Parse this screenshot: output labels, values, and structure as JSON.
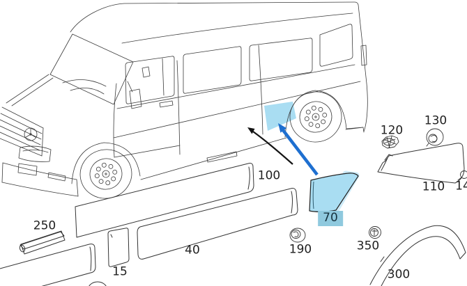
{
  "labels": {
    "p250": "250",
    "p100": "100",
    "p40": "40",
    "p15": "15",
    "p70": "70",
    "p190": "190",
    "p120": "120",
    "p130": "130",
    "p110": "110",
    "p350": "350",
    "p300": "300",
    "p140": "14"
  },
  "colors": {
    "background": "#ffffff",
    "line": "#3a3a3a",
    "text": "#1f1f1f",
    "highlight": "#a9ddf2",
    "halo": "#cdebf8",
    "badge": "#8fc9de",
    "arrow_blue": "#1e6fd0",
    "arrow_black": "#141414"
  }
}
